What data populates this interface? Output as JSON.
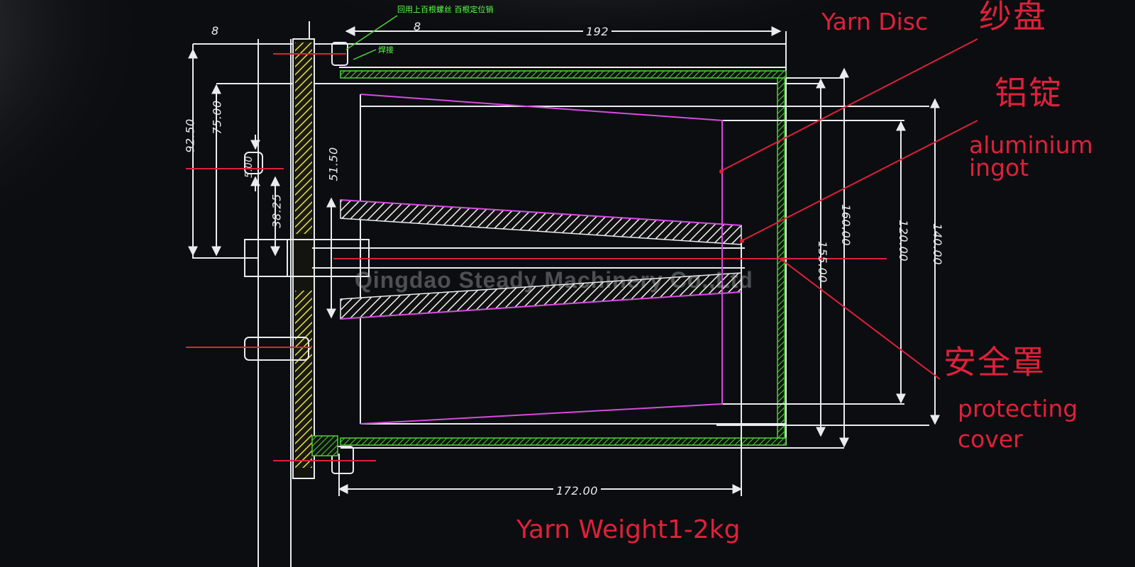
{
  "labels": {
    "yarn_disc_en": "Yarn Disc",
    "yarn_disc_cn": "纱盘",
    "ingot_cn": "铝锭",
    "ingot_en_line1": "aluminium",
    "ingot_en_line2": "ingot",
    "cover_cn": "安全罩",
    "cover_en_line1": "protecting",
    "cover_en_line2": "cover",
    "yarn_weight": "Yarn Weight1-2kg"
  },
  "green_notes": {
    "top_note": "回用上百根螺丝   百根定位销",
    "small_note": "焊接"
  },
  "dimensions": {
    "top_left": "8",
    "top_mid": "8",
    "top_total": "192",
    "bottom_length": "172.00",
    "left_92": "92.50",
    "left_75": "75.00",
    "left_small": "5.00",
    "left_38": "38.25",
    "inner_51": "51.50",
    "right_155": "155.00",
    "right_160": "160.00",
    "right_120": "120.00",
    "right_140": "140.00"
  },
  "watermark": "Qingdao Steady Machinery Co.,Ltd",
  "colors": {
    "background": "#0b0d10",
    "outline": "#e9ecef",
    "magenta": "#d64be0",
    "leader_red": "#e0203a",
    "hatch_yellow": "#e6e04a",
    "hatch_green": "#4fd13a",
    "note_green": "#5cff4a"
  }
}
